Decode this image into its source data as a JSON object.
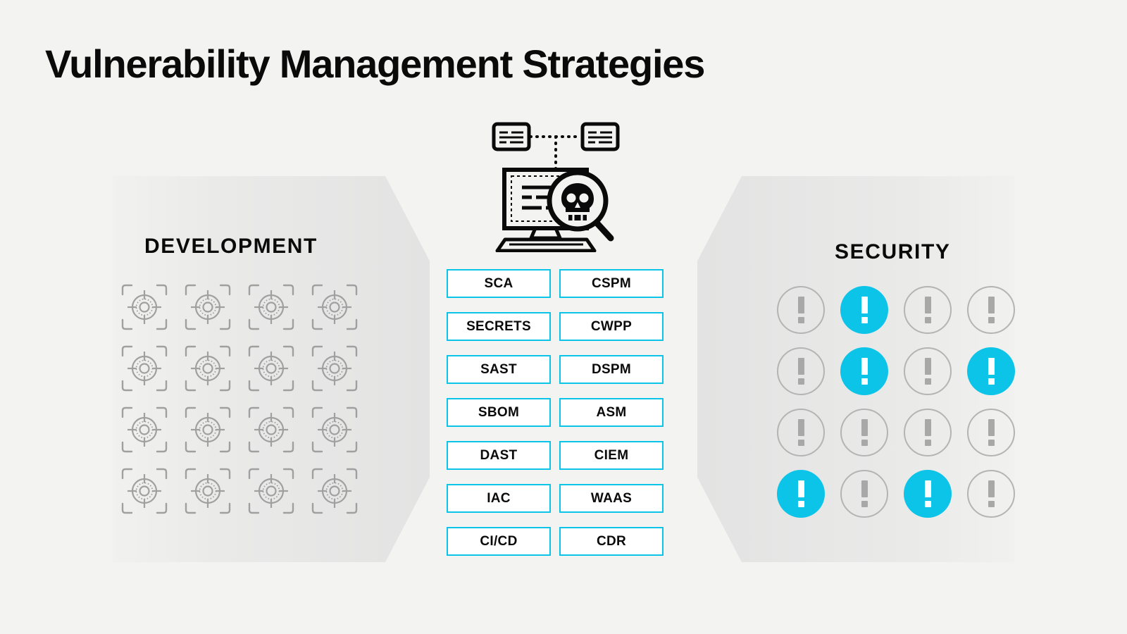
{
  "page": {
    "title": "Vulnerability Management Strategies",
    "background_color": "#f3f3f1",
    "accent_color": "#0bc4e8",
    "panel_color": "#e2e2e2",
    "muted_color": "#b4b4b4"
  },
  "development": {
    "heading": "DEVELOPMENT",
    "icon_name": "target-crosshair-icon",
    "icon_count": 16,
    "icon_color": "#a0a0a0"
  },
  "security": {
    "heading": "SECURITY",
    "icon_name": "alert-exclamation-icon",
    "icon_count": 16,
    "alerts": [
      [
        false,
        true,
        false,
        false
      ],
      [
        false,
        true,
        false,
        true
      ],
      [
        false,
        false,
        false,
        false
      ],
      [
        true,
        false,
        true,
        false
      ]
    ]
  },
  "illustration": {
    "name": "vulnerability-scan-illustration",
    "parts": [
      "document-card-left-icon",
      "document-card-right-icon",
      "dotted-connector",
      "monitor-icon",
      "keyboard-icon",
      "magnifier-skull-icon"
    ]
  },
  "tags": {
    "left_column": [
      "SCA",
      "SECRETS",
      "SAST",
      "SBOM",
      "DAST",
      "IAC",
      "CI/CD"
    ],
    "right_column": [
      "CSPM",
      "CWPP",
      "DSPM",
      "ASM",
      "CIEM",
      "WAAS",
      "CDR"
    ]
  }
}
